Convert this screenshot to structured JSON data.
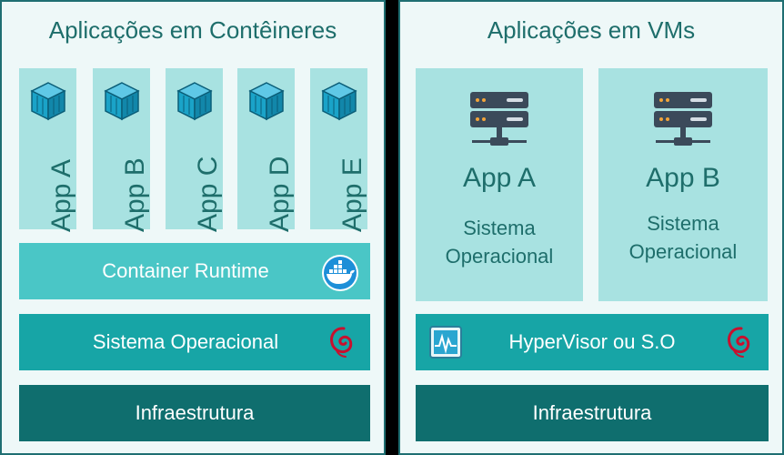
{
  "containers": {
    "title": "Aplicações em Contêineres",
    "apps": [
      "App A",
      "App B",
      "App C",
      "App D",
      "App E"
    ],
    "runtime_label": "Container Runtime",
    "os_label": "Sistema Operacional",
    "infra_label": "Infraestrutura"
  },
  "vms": {
    "title": "Aplicações em VMs",
    "apps": [
      {
        "name": "App A",
        "os_line1": "Sistema",
        "os_line2": "Operacional"
      },
      {
        "name": "App B",
        "os_line1": "Sistema",
        "os_line2": "Operacional"
      }
    ],
    "hypervisor_label": "HyperVisor ou S.O",
    "infra_label": "Infraestrutura"
  },
  "colors": {
    "title_text": "#1e6e6b",
    "app_box": "#a8e2e1",
    "runtime_band": "#4ac6c6",
    "os_band": "#17a5a6",
    "infra_band": "#0f6e6e",
    "cube": "#1aa3c8",
    "docker": "#1d8fd8",
    "debian": "#c8102e"
  },
  "icons": [
    "cube-icon",
    "server-icon",
    "docker-icon",
    "debian-icon",
    "hypervisor-monitor-icon"
  ]
}
